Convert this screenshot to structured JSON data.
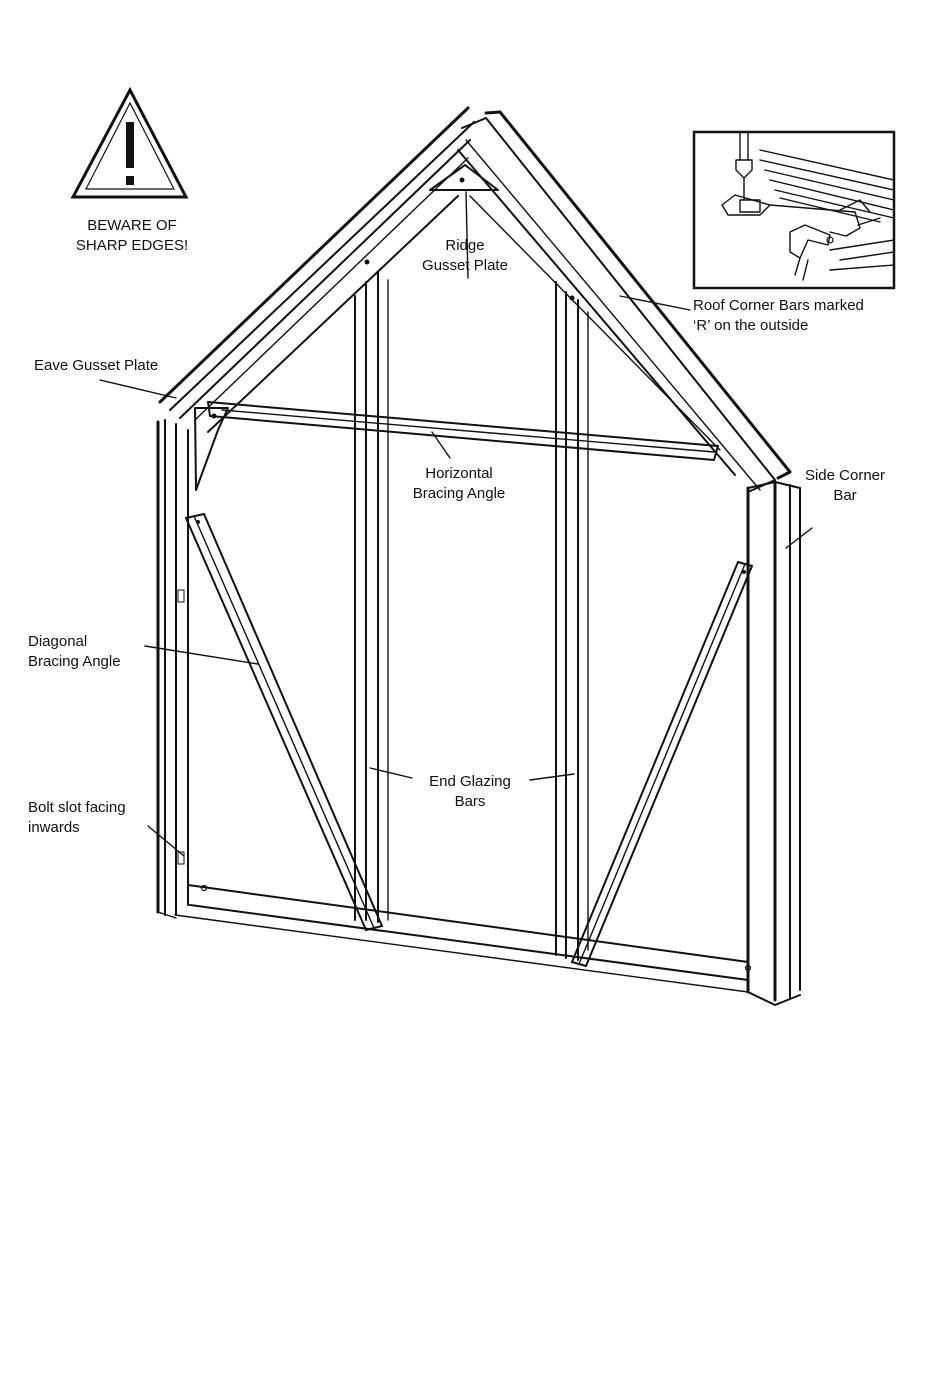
{
  "warning": {
    "icon": "warning-triangle-icon",
    "text": "BEWARE OF\nSHARP EDGES!"
  },
  "labels": {
    "ridge_gusset_plate": "Ridge\nGusset Plate",
    "roof_corner_bars": "Roof Corner Bars marked\n‘R’ on the outside",
    "eave_gusset_plate": "Eave Gusset Plate",
    "horizontal_bracing_angle": "Horizontal\nBracing Angle",
    "side_corner_bar": "Side Corner\nBar",
    "diagonal_bracing_angle": "Diagonal\nBracing Angle",
    "end_glazing_bars": "End Glazing\nBars",
    "bolt_slot": "Bolt slot facing\ninwards"
  },
  "inset": {
    "icon": "roof-corner-bar-detail-icon"
  }
}
